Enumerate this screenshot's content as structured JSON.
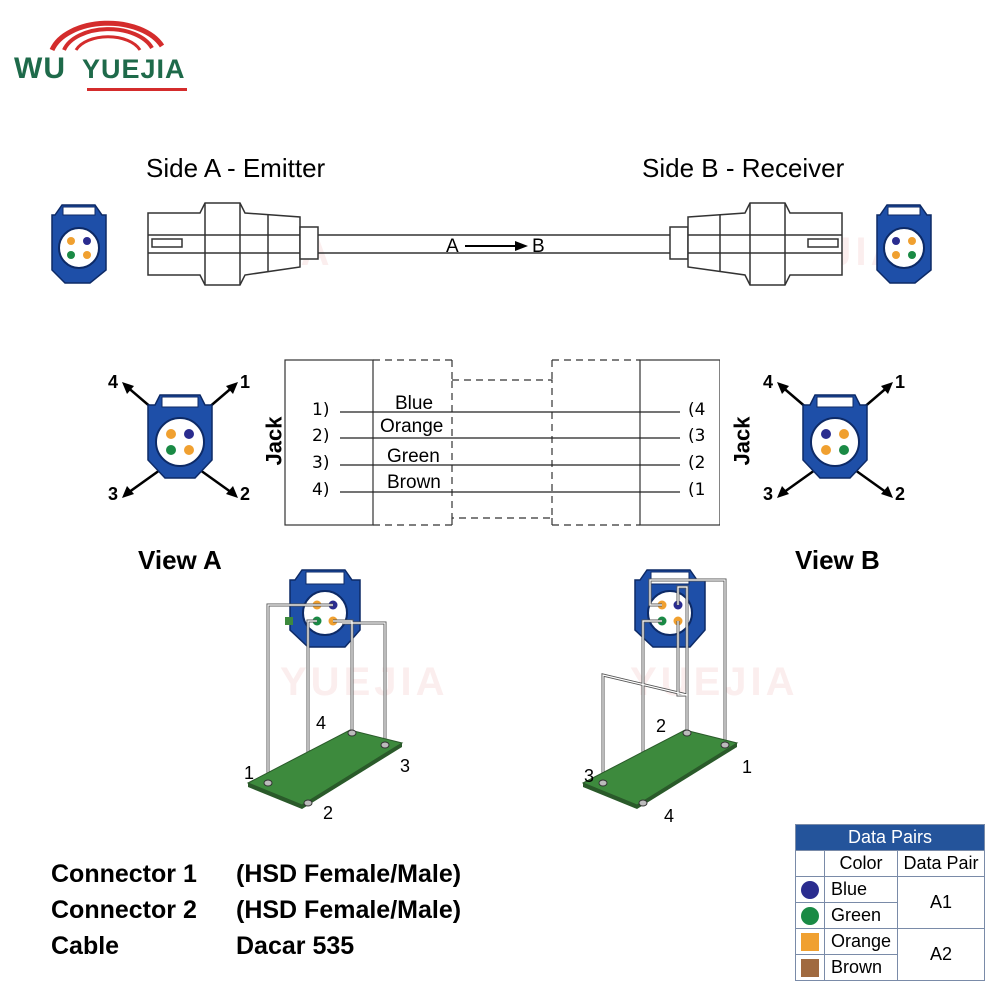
{
  "logo": {
    "text": "YUEJIA",
    "mark": "WU"
  },
  "watermark": "YUEJIA",
  "side_a": {
    "title": "Side A - Emitter"
  },
  "side_b": {
    "title": "Side B - Receiver"
  },
  "cable_label": {
    "from": "A",
    "to": "B"
  },
  "schematic": {
    "jack_label": "Jack",
    "left_pins": [
      "1)",
      "2)",
      "3)",
      "4)"
    ],
    "right_pins": [
      "(4",
      "(3",
      "(2",
      "(1"
    ],
    "wires": [
      "Blue",
      "Orange",
      "Green",
      "Brown"
    ]
  },
  "pinout_a": {
    "labels": [
      "4",
      "1",
      "3",
      "2"
    ]
  },
  "pinout_b": {
    "labels": [
      "4",
      "1",
      "3",
      "2"
    ]
  },
  "view_a": {
    "title": "View A",
    "pcb_numbers": [
      "1",
      "2",
      "3",
      "4"
    ]
  },
  "view_b": {
    "title": "View B",
    "pcb_numbers": [
      "1",
      "2",
      "3",
      "4"
    ]
  },
  "specs": [
    {
      "name": "Connector 1",
      "value": "(HSD Female/Male)"
    },
    {
      "name": "Connector 2",
      "value": "(HSD Female/Male)"
    },
    {
      "name": "Cable",
      "value": "Dacar 535"
    }
  ],
  "data_pairs": {
    "title": "Data Pairs",
    "col_color": "Color",
    "col_pair": "Data Pair",
    "rows": [
      {
        "color": "Blue",
        "swatch": "#2a2c8f"
      },
      {
        "color": "Green",
        "swatch": "#1a8a45"
      },
      {
        "color": "Orange",
        "swatch": "#f0a030"
      },
      {
        "color": "Brown",
        "swatch": "#a06a40"
      }
    ],
    "pairs": [
      "A1",
      "A2"
    ]
  },
  "colors": {
    "connector_blue": "#1e4fa8",
    "pcb_green": "#3d8a3d",
    "header_blue": "#24549b"
  }
}
